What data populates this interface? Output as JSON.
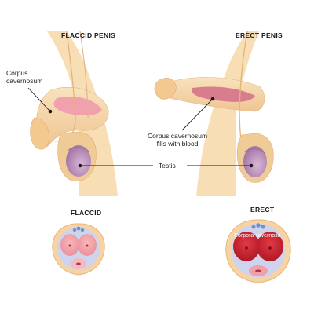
{
  "titles": {
    "flaccid_penis": "FLACCID PENIS",
    "erect_penis": "ERECT PENIS",
    "flaccid": "FLACCID",
    "erect": "ERECT"
  },
  "labels": {
    "corpus_cavernosum_line1": "Corpus",
    "corpus_cavernosum_line2": "cavernosum",
    "filled_line1": "Corpus cavernosum",
    "filled_line2": "fills with blood",
    "testis": "Testis",
    "corpora_cavernosa": "Corpora cavernosa"
  },
  "colors": {
    "skin": "#f5d8ac",
    "skin_dark": "#e8c08c",
    "pink_tissue": "#f1a7b4",
    "engorged_tissue": "#d8808f",
    "testis": "#c9a0c9",
    "blood_red": "#c8202e",
    "outline": "#1a1a1a"
  }
}
